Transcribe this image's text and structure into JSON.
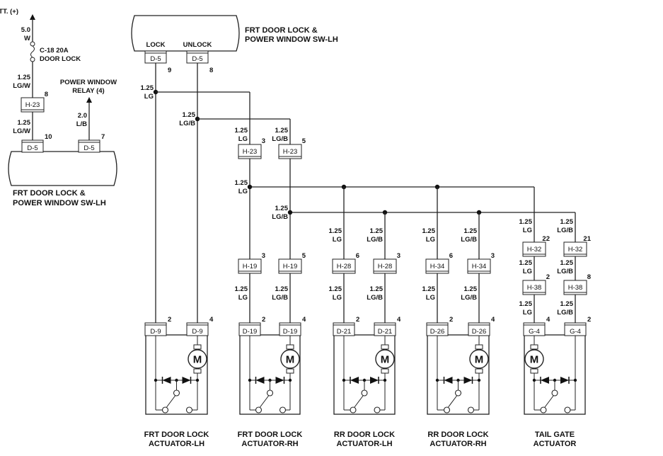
{
  "diagram": {
    "title": "Power Door Lock Circuit",
    "left_section": {
      "batt_label": "BATT. (+)",
      "wire_top": {
        "size": "5.0",
        "color": "W"
      },
      "fuse": {
        "id": "C-18 20A",
        "name": "DOOR LOCK"
      },
      "wire_mid": {
        "size": "1.25",
        "color": "LG/W"
      },
      "h23": {
        "label": "H-23",
        "pin": "8"
      },
      "wire_low": {
        "size": "1.25",
        "color": "LG/W"
      },
      "d5_left": {
        "label": "D-5",
        "pin": "10"
      },
      "relay_label_1": "POWER WINDOW",
      "relay_label_2": "RELAY (4)",
      "relay_wire": {
        "size": "2.0",
        "color": "L/B"
      },
      "d5_right": {
        "label": "D-5",
        "pin": "7"
      },
      "switch_name_1": "FRT DOOR LOCK &",
      "switch_name_2": "POWER WINDOW SW-LH"
    },
    "top_switch": {
      "name_1": "FRT DOOR LOCK &",
      "name_2": "POWER WINDOW SW-LH",
      "lock_label": "LOCK",
      "unlock_label": "UNLOCK",
      "lock_conn": {
        "label": "D-5",
        "pin": "9"
      },
      "unlock_conn": {
        "label": "D-5",
        "pin": "8"
      }
    },
    "bus_wires": {
      "lock_main": {
        "size": "1.25",
        "color": "LG"
      },
      "unlock_main": {
        "size": "1.25",
        "color": "LG/B"
      },
      "h23_lock": {
        "size": "1.25",
        "color": "LG",
        "label": "H-23",
        "pin": "3"
      },
      "h23_unlock": {
        "size": "1.25",
        "color": "LG/B",
        "label": "H-23",
        "pin": "5"
      },
      "lock_bus": {
        "size": "1.25",
        "color": "LG"
      },
      "unlock_bus": {
        "size": "1.25",
        "color": "LG/B"
      }
    },
    "actuators": [
      {
        "name_1": "FRT DOOR LOCK",
        "name_2": "ACTUATOR-LH",
        "left_conn": {
          "label": "D-9",
          "pin": "2"
        },
        "right_conn": {
          "label": "D-9",
          "pin": "4"
        },
        "motor": "M",
        "motor_side": "right"
      },
      {
        "name_1": "FRT DOOR LOCK",
        "name_2": "ACTUATOR-RH",
        "upper_wires": [
          {
            "size": "",
            "color": ""
          },
          {
            "size": "",
            "color": ""
          }
        ],
        "h_left": {
          "label": "H-19",
          "pin": "3"
        },
        "h_right": {
          "label": "H-19",
          "pin": "5"
        },
        "lower_wires": [
          {
            "size": "1.25",
            "color": "LG"
          },
          {
            "size": "1.25",
            "color": "LG/B"
          }
        ],
        "left_conn": {
          "label": "D-19",
          "pin": "2"
        },
        "right_conn": {
          "label": "D-19",
          "pin": "4"
        },
        "motor": "M",
        "motor_side": "right"
      },
      {
        "name_1": "RR DOOR LOCK",
        "name_2": "ACTUATOR-LH",
        "upper_wires": [
          {
            "size": "1.25",
            "color": "LG"
          },
          {
            "size": "1.25",
            "color": "LG/B"
          }
        ],
        "h_left": {
          "label": "H-28",
          "pin": "6"
        },
        "h_right": {
          "label": "H-28",
          "pin": "3"
        },
        "lower_wires": [
          {
            "size": "1.25",
            "color": "LG"
          },
          {
            "size": "1.25",
            "color": "LG/B"
          }
        ],
        "left_conn": {
          "label": "D-21",
          "pin": "2"
        },
        "right_conn": {
          "label": "D-21",
          "pin": "4"
        },
        "motor": "M",
        "motor_side": "right"
      },
      {
        "name_1": "RR DOOR LOCK",
        "name_2": "ACTUATOR-RH",
        "upper_wires": [
          {
            "size": "1.25",
            "color": "LG"
          },
          {
            "size": "1.25",
            "color": "LG/B"
          }
        ],
        "h_left": {
          "label": "H-34",
          "pin": "6"
        },
        "h_right": {
          "label": "H-34",
          "pin": "3"
        },
        "lower_wires": [
          {
            "size": "1.25",
            "color": "LG"
          },
          {
            "size": "1.25",
            "color": "LG/B"
          }
        ],
        "left_conn": {
          "label": "D-26",
          "pin": "2"
        },
        "right_conn": {
          "label": "D-26",
          "pin": "4"
        },
        "motor": "M",
        "motor_side": "right"
      },
      {
        "name_1": "TAIL GATE",
        "name_2": "ACTUATOR",
        "upper_wires": [
          {
            "size": "1.25",
            "color": "LG"
          },
          {
            "size": "1.25",
            "color": "LG/B"
          }
        ],
        "h_left": {
          "label": "H-32",
          "pin": "22"
        },
        "h_right": {
          "label": "H-32",
          "pin": "21"
        },
        "mid_wires": [
          {
            "size": "1.25",
            "color": "LG"
          },
          {
            "size": "1.25",
            "color": "LG/B"
          }
        ],
        "h2_left": {
          "label": "H-38",
          "pin": "2"
        },
        "h2_right": {
          "label": "H-38",
          "pin": "8"
        },
        "lower_wires": [
          {
            "size": "1.25",
            "color": "LG"
          },
          {
            "size": "1.25",
            "color": "LG/B"
          }
        ],
        "left_conn": {
          "label": "G-4",
          "pin": "4"
        },
        "right_conn": {
          "label": "G-4",
          "pin": "2"
        },
        "motor": "M",
        "motor_side": "left"
      }
    ]
  }
}
